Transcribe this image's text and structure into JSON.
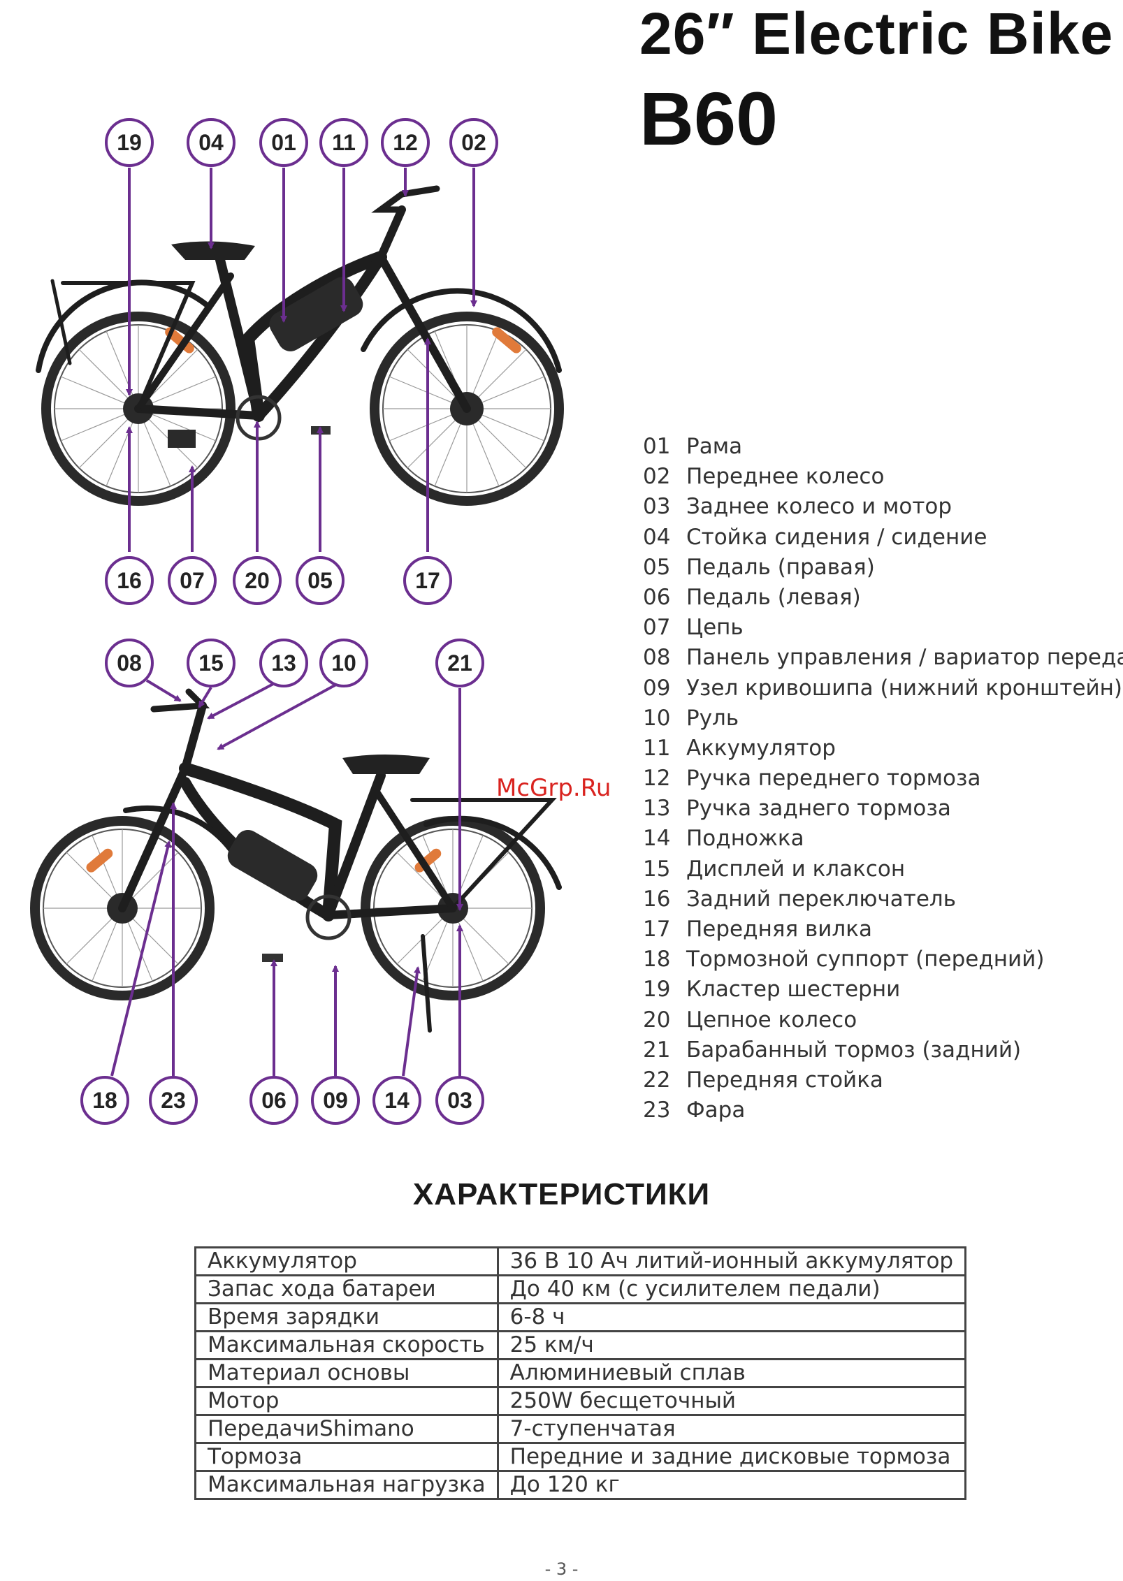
{
  "header": {
    "line1": "26″ Electric Bike",
    "line2": "B60"
  },
  "callouts_top": [
    "19",
    "04",
    "01",
    "11",
    "12",
    "02",
    "16",
    "07",
    "20",
    "05",
    "17"
  ],
  "callouts_bottom": [
    "08",
    "15",
    "13",
    "10",
    "21",
    "18",
    "23",
    "06",
    "09",
    "14",
    "03"
  ],
  "legend": [
    {
      "num": "01",
      "label": "Рама"
    },
    {
      "num": "02",
      "label": "Переднее колесо"
    },
    {
      "num": "03",
      "label": "Заднее колесо и мотор"
    },
    {
      "num": "04",
      "label": "Стойка сидения / сидение"
    },
    {
      "num": "05",
      "label": "Педаль (правая)"
    },
    {
      "num": "06",
      "label": "Педаль (левая)"
    },
    {
      "num": "07",
      "label": "Цепь"
    },
    {
      "num": "08",
      "label": "Панель управления / вариатор передач"
    },
    {
      "num": "09",
      "label": "Узел кривошипа (нижний кронштейн)"
    },
    {
      "num": "10",
      "label": "Руль"
    },
    {
      "num": "11",
      "label": "Аккумулятор"
    },
    {
      "num": "12",
      "label": "Ручка переднего тормоза"
    },
    {
      "num": "13",
      "label": "Ручка заднего тормоза"
    },
    {
      "num": "14",
      "label": "Подножка"
    },
    {
      "num": "15",
      "label": "Дисплей и клаксон"
    },
    {
      "num": "16",
      "label": "Задний переключатель"
    },
    {
      "num": "17",
      "label": "Передняя вилка"
    },
    {
      "num": "18",
      "label": "Тормозной суппорт (передний)"
    },
    {
      "num": "19",
      "label": "Кластер шестерни"
    },
    {
      "num": "20",
      "label": "Цепное колесо"
    },
    {
      "num": "21",
      "label": "Барабанный тормоз (задний)"
    },
    {
      "num": "22",
      "label": "Передняя стойка"
    },
    {
      "num": "23",
      "label": "Фара"
    }
  ],
  "watermark": "McGrp.Ru",
  "specs": {
    "title": "ХАРАКТЕРИСТИКИ",
    "rows": [
      {
        "key": "Аккумулятор",
        "value": "36 В 10 Ач литий-ионный аккумулятор"
      },
      {
        "key": "Запас хода батареи",
        "value": "До 40 км (с усилителем педали)"
      },
      {
        "key": "Время зарядки",
        "value": "6-8 ч"
      },
      {
        "key": "Максимальная скорость",
        "value": "25 км/ч"
      },
      {
        "key": "Материал основы",
        "value": "Алюминиевый сплав"
      },
      {
        "key": "Мотор",
        "value": "250W бесщеточный"
      },
      {
        "key": "ПередачиShimano",
        "value": "7-ступенчатая"
      },
      {
        "key": "Тормоза",
        "value": "Передние и задние дисковые тормоза"
      },
      {
        "key": "Максимальная нагрузка",
        "value": "До 120 кг"
      }
    ]
  },
  "footer": {
    "page": "- 3 -"
  },
  "colors": {
    "accent": "#6b2e8f",
    "watermark": "#d9231f",
    "reflector": "#e07a3a"
  }
}
